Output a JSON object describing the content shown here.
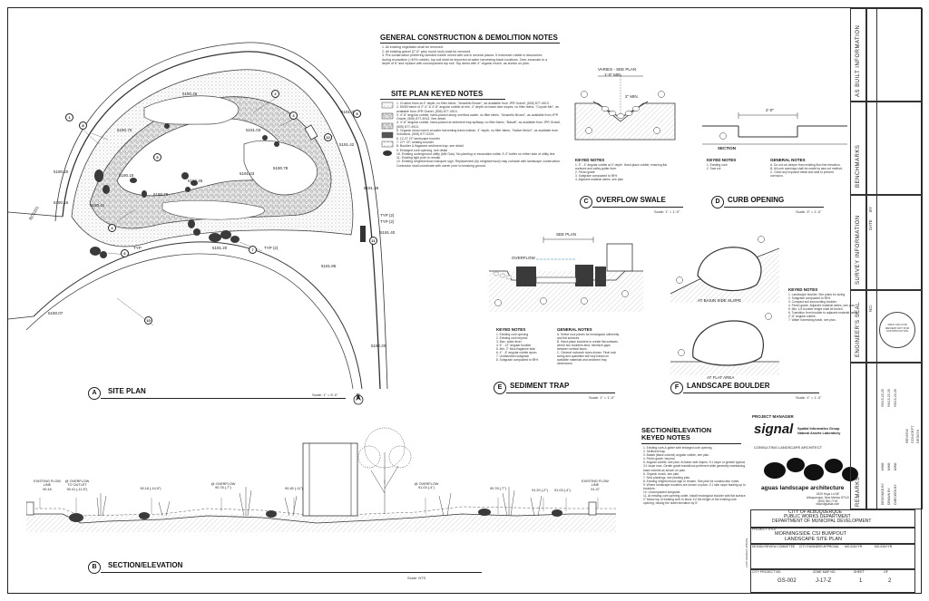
{
  "general_notes": {
    "title": "GENERAL CONSTRUCTION & DEMOLITION NOTES",
    "items": [
      "1.  All existing vegetation shall be removed.",
      "2.  All existing gravel (2\"-6\" grey round rock) shall be removed.",
      "3.  Pre-construction preferring weeded rubble mixed with soil in several places. If extensive rubble is discovered during excavation (>40% rubble), top soil shall be imported at water harvesting basin locations. Over-excavate to a depth of 6\" and replace with uncompacted top soil. Top dress with 4\" organic mulch, as shown on plan."
    ]
  },
  "keyed_notes": {
    "title": "SITE PLAN KEYED NOTES",
    "items": [
      "1.  Crusher fines at 4\" depth, no filter fabric, \"Amarello Brown\", as available from JPR Gravel, (505) 877-4913.",
      "2.  50/50 blend of 2\"-4\" & 4\"-8\" angular cobble at min. 4\" depth on basin side slopes, no filter fabric, \"Coyote Mix\", as available from JPR Gravel, (505) 877-4913.",
      "3.  4\"-8\" angular cobble, hand-placed along overflow swale, no filter fabric, \"Amarello Brown\", as available from JPR Gravel, (505) 877-4913. See detail.",
      "4.  4\"-8\" angular cobble, hand-placed at sediment trap spillway, no filter fabric, \"Basalt\", as available from JPR Gravel, (505) 877-4913.",
      "5.  Organic wood mulch at water harvesting basin bottom, 4\" depth, no filter fabric, \"Native Mulch\", as available from Soilutions, (505) 877-0220.",
      "6.  12-27 CF landscape boulder",
      "7.  27+ CF, seating boulder",
      "8.  Boulder & flagstone sediment trap, see detail.",
      "9.  Enlarged curb opening, see detail",
      "10. Existing underground utility (NM Gas). No planting or excavation within 3'-0\" buffer on either side of utility line.",
      "11. Existing light pole to remain",
      "12. Existing neighborhood marquee sign. Replacement (by neighborhood) may coincide with landscape construction. Contractor shall coordinate with owner prior to breaking ground."
    ]
  },
  "site_plan": {
    "letter": "A",
    "title": "SITE PLAN",
    "scale": "Scale: 1\" = 5'-0\"",
    "north": "N",
    "elevations": [
      "5190.45",
      "5191.37",
      "5190.70",
      "5191.03",
      "5191.42",
      "5190.15",
      "5191.03",
      "5190.78",
      "5190.20",
      "5190.45",
      "5191.48",
      "5190.16",
      "5190.79",
      "5190.41",
      "BCS101",
      "5191.20",
      "5191.40",
      "5191.86",
      "5190.07",
      "5192.20"
    ],
    "typ_labels": [
      "TYP",
      "TYP (2)",
      "TYP (2)",
      "TYP (2)"
    ],
    "callouts": [
      "1",
      "2",
      "3",
      "4",
      "5",
      "6",
      "7",
      "8",
      "9",
      "10",
      "11",
      "12"
    ]
  },
  "detail_c": {
    "letter": "C",
    "title": "OVERFLOW SWALE",
    "scale": "Scale: 1\" = 1'-0\"",
    "dim_top": "VARIES - SEE PLAN",
    "dim_sub": "1'-0\" MIN.",
    "slope": "2\" MIN.",
    "keyed_title": "KEYED NOTES",
    "keyed": [
      "1.  3\" - 4\" angular cobble at 4\" depth. Hand-place cobble, ensuring flat surfaces and valley gutter form.",
      "2.  Finish grade",
      "3.  Subgrade compacted to 95%",
      "4.  Adjacent material varies, see plan"
    ]
  },
  "detail_d": {
    "letter": "D",
    "title": "CURB OPENING",
    "scale": "Scale: 3\" = 1'-0\"",
    "dim": "2'-0\"",
    "section": "SECTION",
    "keyed_title": "KEYED NOTES",
    "keyed": [
      "1.  Existing curb",
      "2.  Saw cut"
    ],
    "general_title": "GENERAL NOTES",
    "general": [
      "A.  Do not cut deeper than existing flow line elevation.",
      "B.  All curb openings shall be made by saw cut method.",
      "C.  Grind any exposed metal and seal to prevent corrosion."
    ]
  },
  "detail_e": {
    "letter": "E",
    "title": "SEDIMENT TRAP",
    "scale": "Scale: 1\" = 1'-0\"",
    "overflow": "OVERFLOW",
    "see_plan": "SEE PLAN",
    "keyed_title": "KEYED NOTES",
    "keyed": [
      "1.  Existing curb opening",
      "2.  Existing curb beyond",
      "3.  Max. water level",
      "4.  6\" - 12\" angular boulder",
      "5.  Min. 2\" thick flagstone slab",
      "6.  4\" - 8\" angular cobble apron",
      "7.  Undisturbed subgrade",
      "8.  Subgrade compacted to 95%"
    ],
    "general_title": "GENERAL NOTES",
    "general": [
      "A.  Select rock pieces for rectangular uniformity and flat surfaces.",
      "B.  Hand-place boulders to create flat surfaces where two boulders abut; minimize gaps between vertical faces.",
      "C.  General rockwork sizes shown. Final rock sizing and quantities will vary based on available materials and sediment trap dimensions."
    ]
  },
  "detail_f": {
    "letter": "F",
    "title": "LANDSCAPE BOULDER",
    "scale": "Scale: 1\" = 1'-0\"",
    "at_slope": "AT BASIN SIDE SLOPE",
    "at_flat": "AT FLAT AREA",
    "keyed_title": "KEYED NOTES",
    "keyed": [
      "1.  Landscape boulder. See plans for sizing.",
      "2.  Subgrade compacted to 95%.",
      "3.  Compact soil surrounding boulder.",
      "4.  Finish grade. Adjacent material varies, see plan.",
      "5.  Min. 1/4 boulder height shall be buried.",
      "6.  Transition from boulder to adjacent material using 2\"-8\" angular cobble.",
      "7.  Water harvesting basin, see plan."
    ]
  },
  "section": {
    "letter": "B",
    "title": "SECTION/ELEVATION",
    "scale": "Scale: NTS",
    "labels": [
      {
        "name": "EXISTING FLOW LINE",
        "value": "90.16"
      },
      {
        "name": "@ OVERFLOW TO OUTLET",
        "value": "90.41 (-11.5\")"
      },
      {
        "name": "",
        "value": "90.16 (-14.5\")"
      },
      {
        "name": "@ OVERFLOW",
        "value": "90.78 (-7\")"
      },
      {
        "name": "",
        "value": "90.45 (-11\")"
      },
      {
        "name": "@ OVERFLOW",
        "value": "91.03 (-4\")"
      },
      {
        "name": "",
        "value": "90.78 (-7\")"
      },
      {
        "name": "",
        "value": "91.20 (-2\")"
      },
      {
        "name": "",
        "value": "91.03 (-4\")"
      },
      {
        "name": "EXISTING FLOW LINE",
        "value": "91.37"
      }
    ]
  },
  "section_keyed": {
    "title1": "SECTION/ELEVATION",
    "title2": "KEYED NOTES",
    "items": [
      "1.  Existing curb & gutter with enlarged curb opening.",
      "2.  Sediment trap",
      "3.  Basalt (black colored) angular cobble, see plan.",
      "4.  Finish grade, beyond.",
      "5.  Angular cobble, see plan. At basin side slopes: 3:1 slope or greater typical; 3:1 slope max. Gentle grade transitions preferred while generally maintaining basin extents as shown on plan.",
      "6.  Organic mulch, see plan.",
      "7.  New plantings, see planting plan.",
      "8.  Existing neighborhood sign to remain. See plan for construction notes.",
      "9.  Where landscape boulders are shown on plan, 2:1 side slope leading up to boulders.",
      "10. Uncompacted subgrade",
      "11. At existing curb opening outlet, install rectangular boulder with flat surface 2\" below top of existing curb to block 1/2 the height of the existing curb opening, raising the outlet elevation by 5\"."
    ]
  },
  "title_block": {
    "project_manager": "PROJECT MANAGER",
    "logo_name": "signal",
    "logo_sub1": "Spatial Informatics Group",
    "logo_sub2": "Natural Assets Laboratory",
    "consultant": "CONSULTING LANDSCAPE ARCHITECT",
    "firm": "aguas landscape architecture",
    "address": [
      "1825 Hoya Ln NE",
      "Albuquerque, New Mexico 87110",
      "(505) 350-7743",
      "www.aguasla.com"
    ],
    "city": "CITY OF ALBUQUERQUE",
    "dept": "PUBLIC WORKS DEPARTMENT",
    "div": "DEPARTMENT OF MUNICIPAL DEVELOPMENT",
    "project_title_label": "PROJECT TITLE",
    "project_title1": "MORNINGSIDE CSI BUMPOUT",
    "project_title2": "LANDSCAPE SITE PLAN",
    "design_review": "DESIGN REVIEW COMMITTEE",
    "city_engineer": "CITY ENGINEER APPROVAL",
    "mo_day_yr1": "MO./DAY/YR.",
    "mo_day_yr2": "MO./DAY/YR.",
    "last_design": "LAST DESIGN UPDATE",
    "city_project_label": "CITY PROJECT NO.",
    "city_project": "GS-002",
    "zone_map_label": "ZONE MAP NO.",
    "zone_map": "J-17-Z",
    "sheet_label": "SHEET",
    "sheet": "1",
    "of_label": "OF",
    "of": "2",
    "review_stamp": "100% CDs FOR REVIEW NOT FOR CONSTRUCTION",
    "engineer_seal": "ENGINEER'S SEAL",
    "survey_info": "SURVEY INFORMATION",
    "benchmarks": "BENCHMARKS",
    "asbuilt_info": "AS BUILT INFORMATION",
    "remarks": "REMARKS",
    "no_date_by": [
      "NO.",
      "DATE",
      "BY"
    ],
    "designed_by": [
      "DESIGNED BY",
      "DRAWN BY",
      "CHECKED BY"
    ],
    "initials": [
      "MWB",
      "MWB",
      "MWB"
    ],
    "dates": [
      "9/6/15-22-25",
      "9/6/15-22-25",
      "9/6/15-22-25"
    ],
    "remarks_list": [
      "REVIEW",
      "CONCEPT",
      "DESIGN"
    ]
  }
}
